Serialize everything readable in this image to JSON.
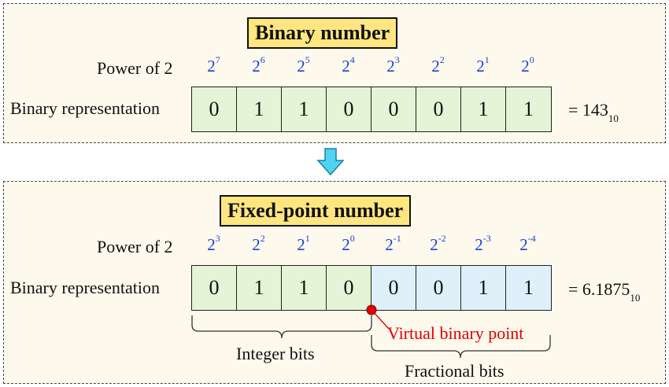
{
  "top": {
    "title": "Binary number",
    "power_label": "Power of 2",
    "powers": [
      "7",
      "6",
      "5",
      "4",
      "3",
      "2",
      "1",
      "0"
    ],
    "power_base": "2",
    "repr_label": "Binary representation",
    "bits": [
      "0",
      "1",
      "1",
      "0",
      "0",
      "0",
      "1",
      "1"
    ],
    "result_prefix": "= ",
    "result_value": "143",
    "result_base": "10"
  },
  "bottom": {
    "title": "Fixed-point number",
    "power_label": "Power of 2",
    "powers": [
      "3",
      "2",
      "1",
      "0",
      "-1",
      "-2",
      "-3",
      "-4"
    ],
    "power_base": "2",
    "repr_label": "Binary representation",
    "bits": [
      "0",
      "1",
      "1",
      "0",
      "0",
      "0",
      "1",
      "1"
    ],
    "result_prefix": "= ",
    "result_value": "6.1875",
    "result_base": "10",
    "integer_caption": "Integer bits",
    "fractional_caption": "Fractional bits",
    "point_label": "Virtual binary point"
  },
  "colors": {
    "title_bg": "#ffe680",
    "power_text": "#1a3fe0",
    "integer_cell": "#e4f4d6",
    "fractional_cell": "#dff0fa",
    "arrow": "#4fd3f0",
    "binary_point": "#e10000"
  }
}
